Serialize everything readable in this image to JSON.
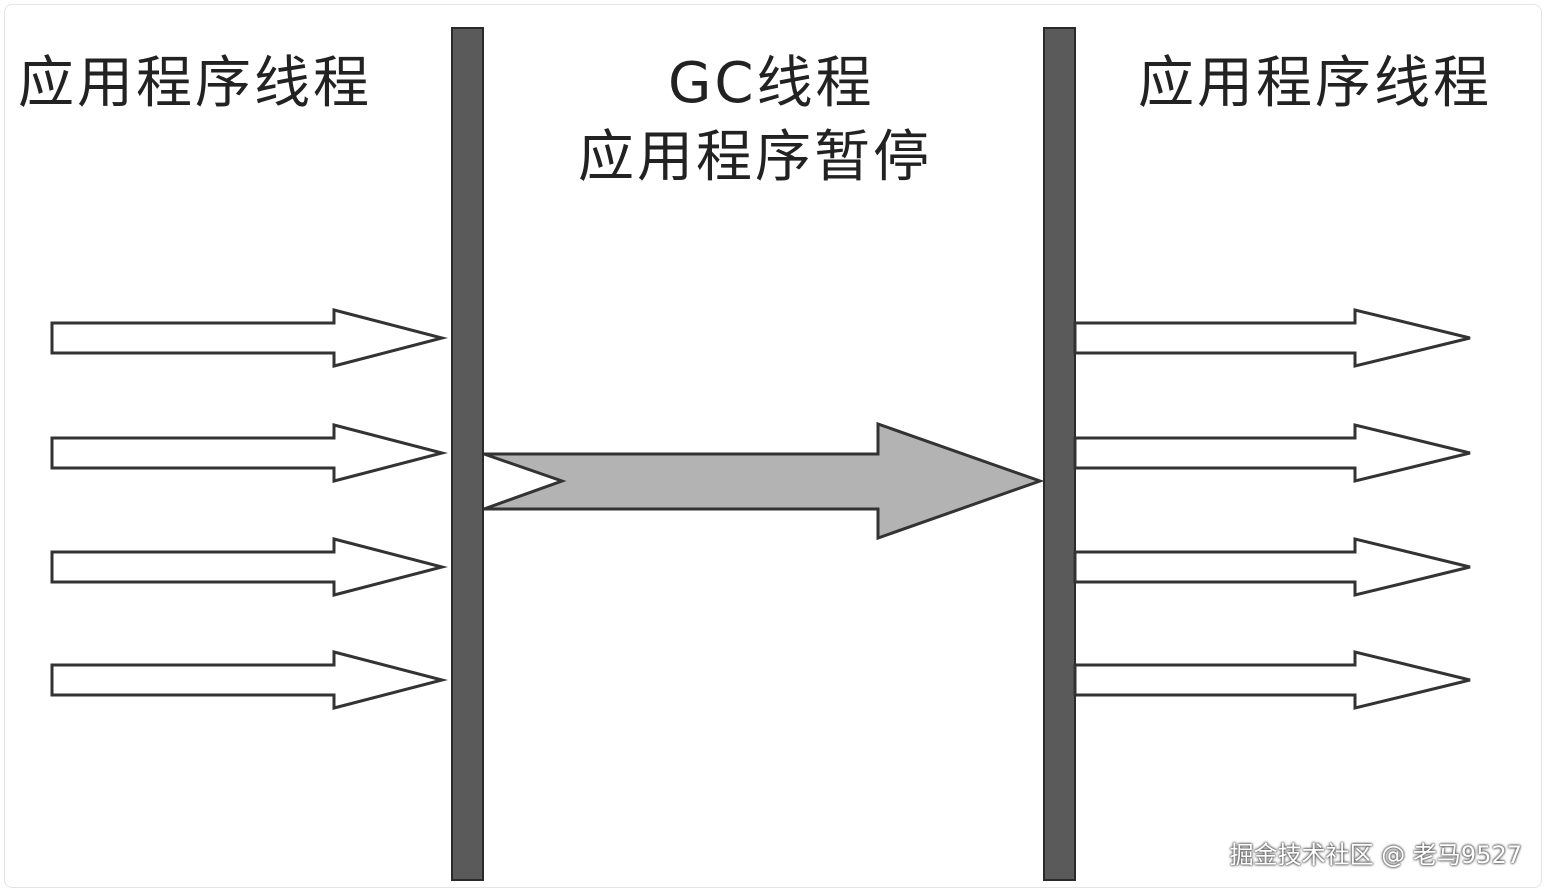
{
  "labels": {
    "left_title": "应用程序线程",
    "center_title_line1": "GC线程",
    "center_title_line2": "应用程序暂停",
    "right_title": "应用程序线程"
  },
  "watermark": "掘金技术社区 @ 老马9527",
  "colors": {
    "barrier": "#5a5a5a",
    "gc_arrow": "#b3b3b3",
    "outline": "#333333",
    "text": "#222222"
  },
  "icons": {
    "thread_arrow": "hollow-right-arrow",
    "gc_arrow": "gray-filled-right-arrow"
  }
}
